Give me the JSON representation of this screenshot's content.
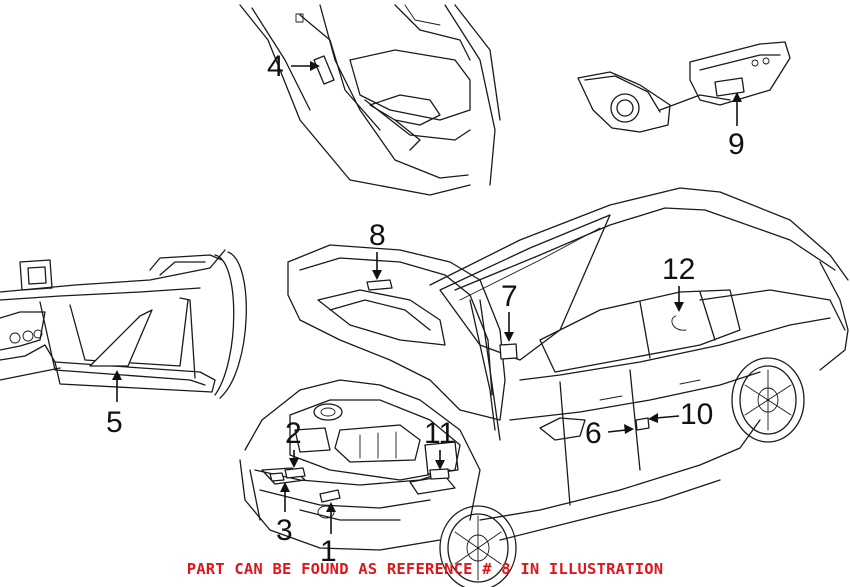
{
  "callouts": {
    "n1": "1",
    "n2": "2",
    "n3": "3",
    "n4": "4",
    "n5": "5",
    "n6": "6",
    "n7": "7",
    "n8": "8",
    "n9": "9",
    "n10": "10",
    "n11": "11",
    "n12": "12"
  },
  "footer": {
    "note": "PART CAN BE FOUND AS REFERENCE # 8 IN ILLUSTRATION",
    "color": "#e0161b"
  }
}
